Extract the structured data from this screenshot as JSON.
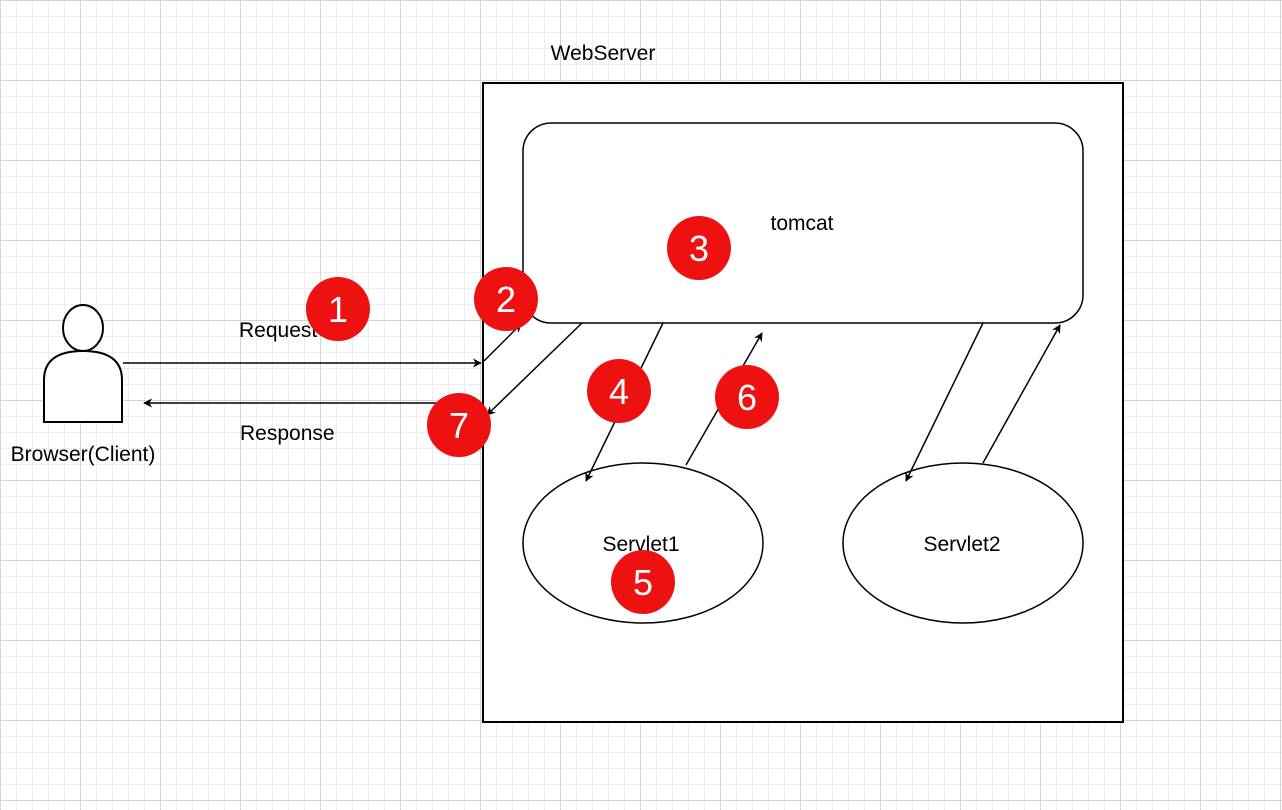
{
  "labels": {
    "webserver": "WebServer",
    "tomcat": "tomcat",
    "request": "Request",
    "response": "Response",
    "client": "Browser(Client)",
    "servlet1": "Servlet1",
    "servlet2": "Servlet2"
  },
  "steps": [
    "1",
    "2",
    "3",
    "4",
    "5",
    "6",
    "7"
  ],
  "colors": {
    "badge": "#ee1111",
    "badge_text": "#ffffff",
    "stroke": "#000000",
    "grid": "#d4d4d4"
  }
}
